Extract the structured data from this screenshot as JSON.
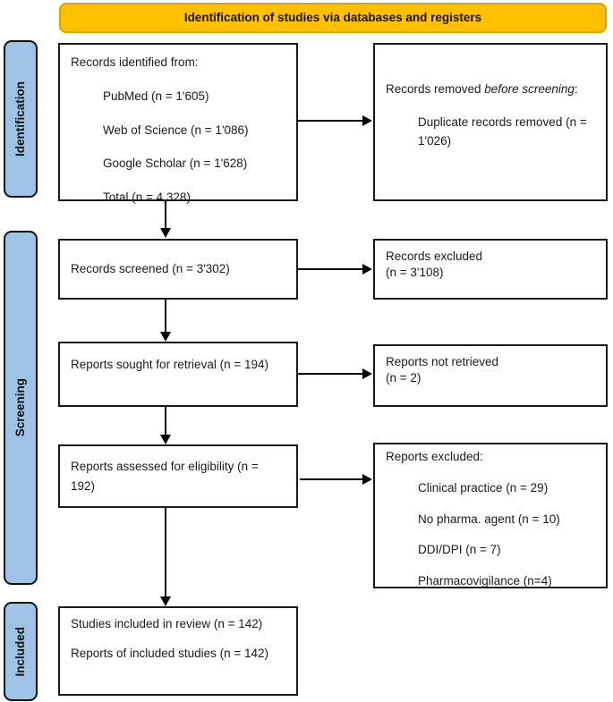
{
  "banner": {
    "title": "Identification of studies via databases and registers"
  },
  "colors": {
    "banner_bg": "#FFC000",
    "banner_border": "#DFA100",
    "sidebar_bg": "#9DC3E6",
    "box_bg": "#FFFFFF",
    "box_border": "#1A1A1A",
    "arrow": "#000000"
  },
  "sidebar": {
    "stages": [
      {
        "label": "Identification"
      },
      {
        "label": "Screening"
      },
      {
        "label": "Included"
      }
    ]
  },
  "flow": {
    "identified": {
      "title": "Records identified from:",
      "items": [
        "PubMed (n = 1'605)",
        "Web of Science (n = 1'086)",
        "Google Scholar (n = 1'628)",
        "Total (n = 4,328)"
      ]
    },
    "removed": {
      "pre": "Records removed ",
      "italic": "before screening",
      "post": ":",
      "items": [
        "Duplicate records removed (n = 1'026)"
      ]
    },
    "screened": {
      "title": "Records screened (n = 3'302)"
    },
    "records_excluded": {
      "line1": "Records excluded",
      "line2": "(n = 3'108)"
    },
    "sought": {
      "title": "Reports sought for retrieval (n = 194)"
    },
    "not_retrieved": {
      "line1": "Reports not retrieved",
      "line2": "(n = 2)"
    },
    "assessed": {
      "title": "Reports assessed for eligibility (n = 192)"
    },
    "reports_excluded": {
      "title": "Reports excluded:",
      "items": [
        "Clinical practice (n = 29)",
        "No pharma. agent (n = 10)",
        "DDI/DPI (n = 7)",
        "Pharmacovigilance (n=4)"
      ]
    },
    "included": {
      "line1": "Studies included in review (n = 142)",
      "line2": "Reports of included studies (n = 142)"
    }
  }
}
